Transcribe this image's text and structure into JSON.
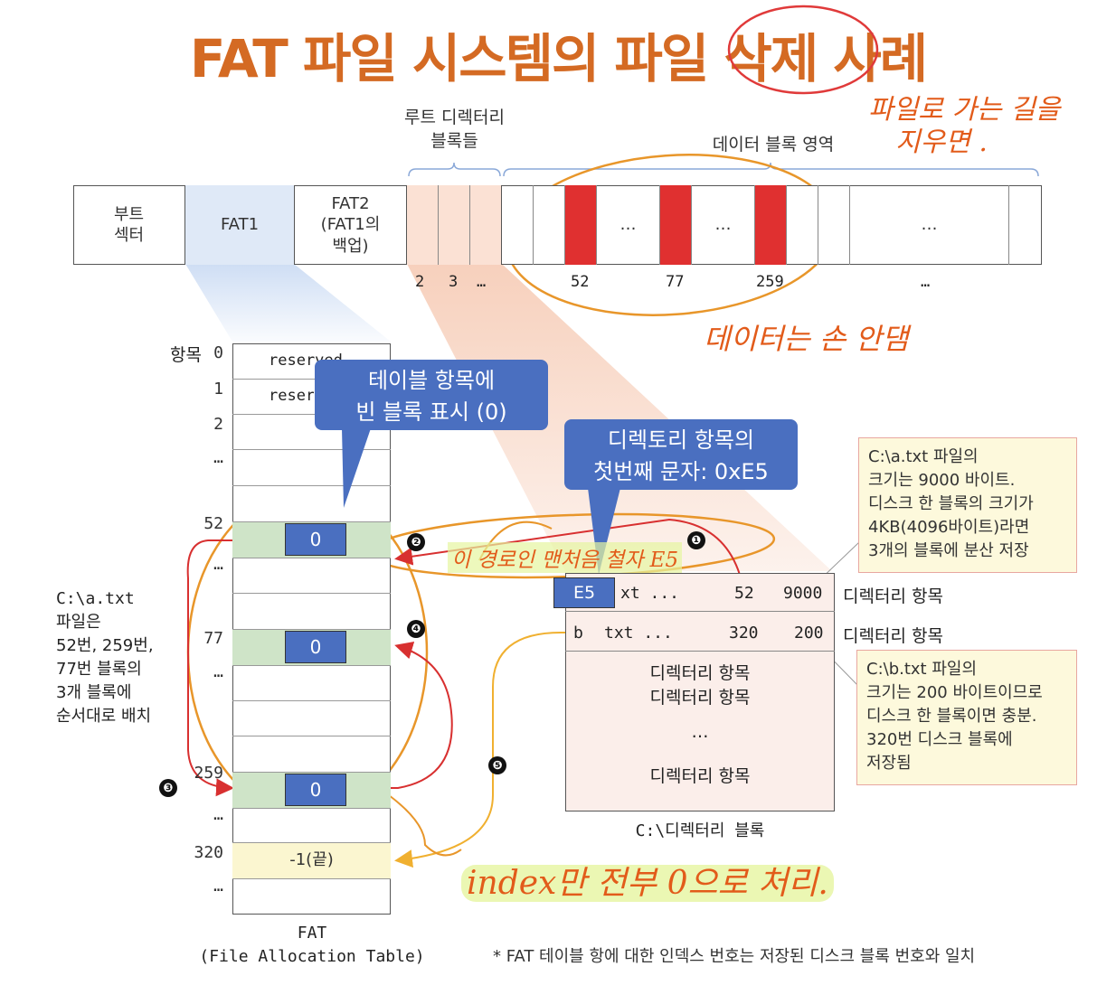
{
  "title": "FAT 파일 시스템의 파일 삭제 사례",
  "layout_labels": {
    "root_dir": [
      "루트 디렉터리",
      "블록들"
    ],
    "data_area": "데이터 블록 영역"
  },
  "partition": {
    "boot": [
      "부트",
      "섹터"
    ],
    "fat1": "FAT1",
    "fat2": [
      "FAT2",
      "(FAT1의",
      "백업)"
    ],
    "dots": "…",
    "numbers": [
      "2",
      "3",
      "…",
      "52",
      "77",
      "259",
      "…"
    ]
  },
  "fat_table": {
    "index_header": "항목",
    "indices": [
      "0",
      "1",
      "2",
      "…",
      "52",
      "…",
      "77",
      "…",
      "259",
      "…",
      "320",
      "…"
    ],
    "reserved": "reserved",
    "zero": "0",
    "end": "-1(끝)",
    "caption": [
      "FAT",
      "(File Allocation Table)"
    ]
  },
  "callouts": {
    "table": [
      "테이블 항목에",
      "빈 블록 표시 (0)"
    ],
    "dir": [
      "디렉토리 항목의",
      "첫번째 문자: 0xE5"
    ]
  },
  "directory": {
    "row1": {
      "first": "E5",
      "name": "xt ...",
      "block": "52",
      "size": "9000"
    },
    "row2": {
      "first": "b",
      "name": "txt ...",
      "block": "320",
      "size": "200"
    },
    "entry_label": "디렉터리 항목",
    "entries": [
      "디렉터리 항목",
      "디렉터리 항목",
      "…",
      "디렉터리 항목"
    ],
    "caption": "C:\\디렉터리 블록"
  },
  "notes": {
    "a": [
      "C:\\a.txt 파일의",
      "크기는 9000 바이트.",
      "디스크 한 블록의 크기가",
      "4KB(4096바이트)라면",
      "3개의 블록에 분산 저장"
    ],
    "b": [
      "C:\\b.txt 파일의",
      "크기는 200 바이트이므로",
      "디스크 한 블록이면 충분.",
      "320번 디스크 블록에",
      "저장됨"
    ]
  },
  "left_note": [
    "C:\\a.txt",
    "파일은",
    "52번, 259번,",
    "77번 블록의",
    "3개 블록에",
    "순서대로 배치"
  ],
  "badges": [
    "❶",
    "❷",
    "❸",
    "❹",
    "❺"
  ],
  "footnote": "* FAT 테이블 항에 대한 인덱스 번호는 저장된 디스크 블록 번호와 일치",
  "handwriting": {
    "top_right": [
      "파일로 가는 길을",
      "지우면 ."
    ],
    "data_note": "데이터는 손 안댐",
    "dir_note": "이 경로인 맨처음 철자 E5",
    "bottom": "index만 전부 0으로 처리."
  },
  "colors": {
    "title": "#d46a23",
    "callout": "#4a6fc0",
    "red_block": "#e03030",
    "handwriting": "#e25b1a",
    "highlight": "#e6f5a0"
  }
}
